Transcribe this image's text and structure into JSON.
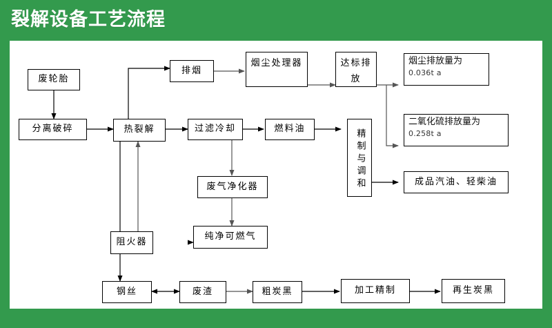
{
  "header": {
    "title": "裂解设备工艺流程",
    "bg_color": "#339a4d",
    "text_color": "#ffffff"
  },
  "canvas": {
    "bg_color": "#ffffff",
    "line_color": "#000000"
  },
  "nodes": {
    "waste_tire": {
      "label": "废轮胎"
    },
    "separate_crush": {
      "label": "分离破碎"
    },
    "pyrolysis": {
      "label": "热裂解"
    },
    "exhaust_smoke": {
      "label": "排烟"
    },
    "dust_treatment": {
      "label": "烟尘处理器"
    },
    "standard_emit": {
      "label": "达标排放"
    },
    "dust_emission": {
      "label": "烟尘排放量为",
      "value": "0.036t a"
    },
    "so2_emission": {
      "label": "二氧化硫排放量为",
      "value": "0.258t a"
    },
    "filter_cool": {
      "label": "过滤冷却"
    },
    "fuel_oil": {
      "label": "燃料油"
    },
    "refine_blend": {
      "label": "精制与调和"
    },
    "finished_oil": {
      "label": "成品汽油、轻柴油"
    },
    "gas_purifier": {
      "label": "废气净化器"
    },
    "clean_gas": {
      "label": "纯净可燃气"
    },
    "flame_arrester": {
      "label": "阻火器"
    },
    "steel_wire": {
      "label": "钢丝"
    },
    "waste_residue": {
      "label": "废渣"
    },
    "crude_carbon": {
      "label": "粗炭黑"
    },
    "process_refine": {
      "label": "加工精制"
    },
    "recycled_carbon": {
      "label": "再生炭黑"
    }
  },
  "flow_data": {
    "type": "diagram",
    "title": "裂解设备工艺流程",
    "edges": [
      {
        "from": "waste_tire",
        "to": "separate_crush",
        "direction": "one-way"
      },
      {
        "from": "separate_crush",
        "to": "pyrolysis",
        "direction": "one-way"
      },
      {
        "from": "pyrolysis",
        "to": "exhaust_smoke",
        "direction": "one-way"
      },
      {
        "from": "exhaust_smoke",
        "to": "dust_treatment",
        "direction": "one-way"
      },
      {
        "from": "dust_treatment",
        "to": "standard_emit",
        "direction": "one-way"
      },
      {
        "from": "standard_emit",
        "to": "dust_emission",
        "direction": "one-way"
      },
      {
        "from": "standard_emit",
        "to": "so2_emission",
        "direction": "one-way"
      },
      {
        "from": "pyrolysis",
        "to": "filter_cool",
        "direction": "one-way"
      },
      {
        "from": "filter_cool",
        "to": "fuel_oil",
        "direction": "one-way"
      },
      {
        "from": "filter_cool",
        "to": "gas_purifier",
        "direction": "one-way"
      },
      {
        "from": "fuel_oil",
        "to": "refine_blend",
        "direction": "one-way"
      },
      {
        "from": "refine_blend",
        "to": "finished_oil",
        "direction": "one-way"
      },
      {
        "from": "gas_purifier",
        "to": "clean_gas",
        "direction": "one-way"
      },
      {
        "from": "clean_gas",
        "to": "flame_arrester",
        "direction": "one-way"
      },
      {
        "from": "flame_arrester",
        "to": "pyrolysis",
        "direction": "one-way"
      },
      {
        "from": "pyrolysis",
        "to": "steel_wire",
        "direction": "one-way"
      },
      {
        "from": "steel_wire",
        "to": "waste_residue",
        "direction": "two-way"
      },
      {
        "from": "waste_residue",
        "to": "crude_carbon",
        "direction": "one-way"
      },
      {
        "from": "crude_carbon",
        "to": "process_refine",
        "direction": "one-way"
      },
      {
        "from": "process_refine",
        "to": "recycled_carbon",
        "direction": "one-way"
      }
    ]
  }
}
